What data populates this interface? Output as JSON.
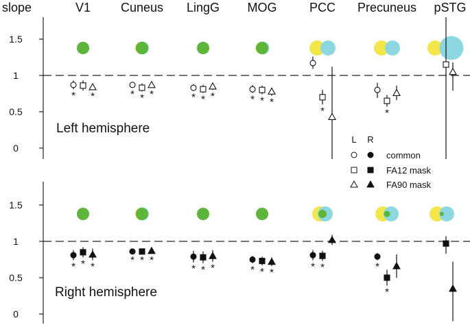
{
  "chart_data": {
    "type": "scatter",
    "ylabel": "slope",
    "regions": [
      "V1",
      "Cuneus",
      "LingG",
      "MOG",
      "PCC",
      "Precuneus",
      "pSTG"
    ],
    "yticks": [
      "1.5",
      "1",
      "0.5",
      "0"
    ],
    "ytick_values": [
      1.5,
      1,
      0.5,
      0
    ],
    "ylim": [
      -0.1,
      1.85
    ],
    "reference_line": 1,
    "legend": {
      "placement": "right, between panels",
      "header_left": "L",
      "header_right": "R",
      "entries": [
        {
          "label": "common",
          "marker": "circle"
        },
        {
          "label": "FA12 mask",
          "marker": "square"
        },
        {
          "label": "FA90 mask",
          "marker": "triangle"
        }
      ]
    },
    "colors": {
      "left_overlap": "#F2E64A",
      "right_overlap": "#8DD8E0",
      "common": "#5DB53A"
    },
    "star": "*",
    "panels": [
      {
        "name": "Left hemisphere",
        "filled": false,
        "series": {
          "common": [
            {
              "v": 0.87,
              "lo": 0.81,
              "hi": 0.93,
              "sig": true,
              "x": 0
            },
            {
              "v": 0.87,
              "lo": 0.83,
              "hi": 0.91,
              "sig": true,
              "x": 0
            },
            {
              "v": 0.83,
              "lo": 0.79,
              "hi": 0.88,
              "sig": true,
              "x": 0
            },
            {
              "v": 0.81,
              "lo": 0.76,
              "hi": 0.87,
              "sig": true,
              "x": 0
            },
            {
              "v": 1.17,
              "lo": 1.09,
              "hi": 1.26,
              "sig": false,
              "x": 0
            },
            {
              "v": 0.8,
              "lo": 0.69,
              "hi": 0.9,
              "sig": false,
              "x": 0
            },
            {
              "v": null,
              "sig": false,
              "x": 0
            }
          ],
          "fa12": [
            {
              "v": 0.86,
              "lo": 0.79,
              "hi": 0.93,
              "sig": false,
              "x": 0
            },
            {
              "v": 0.83,
              "lo": 0.78,
              "hi": 0.89,
              "sig": true,
              "x": 0
            },
            {
              "v": 0.81,
              "lo": 0.76,
              "hi": 0.87,
              "sig": true,
              "x": 0
            },
            {
              "v": 0.8,
              "lo": 0.74,
              "hi": 0.86,
              "sig": true,
              "x": 0
            },
            {
              "v": 0.7,
              "lo": 0.6,
              "hi": 0.8,
              "sig": true,
              "x": 0
            },
            {
              "v": 0.65,
              "lo": 0.57,
              "hi": 0.73,
              "sig": true,
              "x": 0
            },
            {
              "v": 1.15,
              "lo": -0.2,
              "hi": 1.95,
              "sig": false,
              "x": 0
            }
          ],
          "fa90": [
            {
              "v": 0.84,
              "lo": 0.8,
              "hi": 0.88,
              "sig": true,
              "x": 0
            },
            {
              "v": 0.87,
              "lo": 0.83,
              "hi": 0.91,
              "sig": true,
              "x": 0
            },
            {
              "v": 0.85,
              "lo": 0.8,
              "hi": 0.9,
              "sig": true,
              "x": 0
            },
            {
              "v": 0.78,
              "lo": 0.72,
              "hi": 0.83,
              "sig": true,
              "x": 0
            },
            {
              "v": 0.43,
              "lo": -0.2,
              "hi": 1.12,
              "sig": false,
              "x": 0
            },
            {
              "v": 0.76,
              "lo": 0.66,
              "hi": 0.86,
              "sig": false,
              "x": 0
            },
            {
              "v": 1.05,
              "lo": 0.79,
              "hi": 1.18,
              "sig": false,
              "x": 0
            }
          ]
        },
        "overlap": [
          {
            "y": 18,
            "c": 18,
            "g": 18,
            "dx": 0
          },
          {
            "y": 19,
            "c": 19,
            "g": 18,
            "dx": 1
          },
          {
            "y": 18,
            "c": 18,
            "g": 18,
            "dx": 0
          },
          {
            "y": 18,
            "c": 19,
            "g": 18,
            "dx": 1
          },
          {
            "y": 22,
            "c": 22,
            "g": 0,
            "dx": 16
          },
          {
            "y": 22,
            "c": 22,
            "g": 0,
            "dx": 16
          },
          {
            "y": 22,
            "c": 35,
            "g": 0,
            "dx": 20
          }
        ]
      },
      {
        "name": "Right hemisphere",
        "filled": true,
        "series": {
          "common": [
            {
              "v": 0.81,
              "lo": 0.74,
              "hi": 0.88,
              "sig": true,
              "x": 0
            },
            {
              "v": 0.86,
              "lo": 0.83,
              "hi": 0.89,
              "sig": true,
              "x": 0
            },
            {
              "v": 0.79,
              "lo": 0.71,
              "hi": 0.87,
              "sig": true,
              "x": 0
            },
            {
              "v": 0.75,
              "lo": 0.7,
              "hi": 0.8,
              "sig": true,
              "x": 0
            },
            {
              "v": 0.81,
              "lo": 0.74,
              "hi": 0.88,
              "sig": true,
              "x": 0
            },
            {
              "v": 0.79,
              "lo": 0.74,
              "hi": 0.84,
              "sig": true,
              "x": 0
            },
            {
              "v": null,
              "sig": false,
              "x": 0
            }
          ],
          "fa12": [
            {
              "v": 0.85,
              "lo": 0.78,
              "hi": 0.92,
              "sig": true,
              "x": 0
            },
            {
              "v": 0.86,
              "lo": 0.83,
              "hi": 0.89,
              "sig": true,
              "x": 0
            },
            {
              "v": 0.78,
              "lo": 0.7,
              "hi": 0.86,
              "sig": true,
              "x": 0
            },
            {
              "v": 0.73,
              "lo": 0.67,
              "hi": 0.79,
              "sig": true,
              "x": 0
            },
            {
              "v": 0.8,
              "lo": 0.73,
              "hi": 0.87,
              "sig": true,
              "x": 0
            },
            {
              "v": 0.5,
              "lo": 0.39,
              "hi": 0.61,
              "sig": true,
              "x": 0
            },
            {
              "v": 0.97,
              "lo": 0.83,
              "hi": 1.07,
              "sig": false,
              "x": 0
            }
          ],
          "fa90": [
            {
              "v": 0.82,
              "lo": 0.74,
              "hi": 0.9,
              "sig": true,
              "x": 0
            },
            {
              "v": 0.87,
              "lo": 0.83,
              "hi": 0.91,
              "sig": true,
              "x": 0
            },
            {
              "v": 0.8,
              "lo": 0.72,
              "hi": 0.88,
              "sig": true,
              "x": 0
            },
            {
              "v": 0.72,
              "lo": 0.66,
              "hi": 0.78,
              "sig": true,
              "x": 0
            },
            {
              "v": 1.02,
              "lo": 0.95,
              "hi": 1.09,
              "sig": false,
              "x": 0
            },
            {
              "v": 0.66,
              "lo": 0.5,
              "hi": 0.82,
              "sig": false,
              "x": 0
            },
            {
              "v": 0.35,
              "lo": -0.1,
              "hi": 0.72,
              "sig": false,
              "x": 0
            }
          ]
        },
        "overlap": [
          {
            "y": 18,
            "c": 18,
            "g": 18,
            "dx": 0
          },
          {
            "y": 19,
            "c": 19,
            "g": 18,
            "dx": 1
          },
          {
            "y": 18,
            "c": 18,
            "g": 18,
            "dx": 0
          },
          {
            "y": 18,
            "c": 18,
            "g": 18,
            "dx": 0
          },
          {
            "y": 22,
            "c": 22,
            "g": 12,
            "dx": 8
          },
          {
            "y": 22,
            "c": 22,
            "g": 9,
            "dx": 12
          },
          {
            "y": 22,
            "c": 22,
            "g": 6,
            "dx": 14
          }
        ]
      }
    ]
  }
}
